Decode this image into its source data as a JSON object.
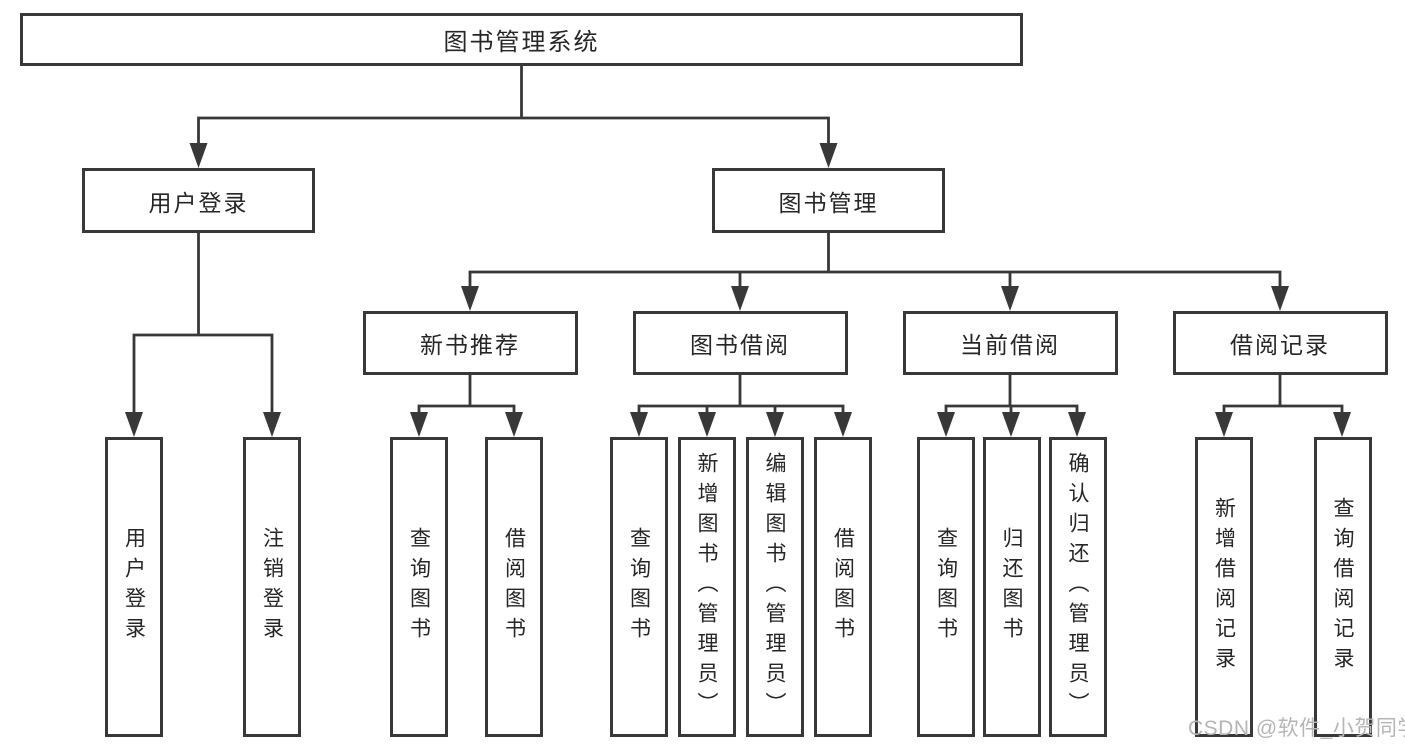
{
  "diagram": {
    "root": {
      "label": "图书管理系统"
    },
    "branches": [
      {
        "label": "用户登录",
        "children": [
          {
            "label": "用户登录"
          },
          {
            "label": "注销登录"
          }
        ]
      },
      {
        "label": "图书管理",
        "children": [
          {
            "label": "新书推荐",
            "children": [
              {
                "label": "查询图书"
              },
              {
                "label": "借阅图书"
              }
            ]
          },
          {
            "label": "图书借阅",
            "children": [
              {
                "label": "查询图书"
              },
              {
                "label": "新增图书（管理员）"
              },
              {
                "label": "编辑图书（管理员）"
              },
              {
                "label": "借阅图书"
              }
            ]
          },
          {
            "label": "当前借阅",
            "children": [
              {
                "label": "查询图书"
              },
              {
                "label": "归还图书"
              },
              {
                "label": "确认归还（管理员）"
              }
            ]
          },
          {
            "label": "借阅记录",
            "children": [
              {
                "label": "新增借阅记录"
              },
              {
                "label": "查询借阅记录"
              }
            ]
          }
        ]
      }
    ]
  },
  "watermark": {
    "text": "CSDN @软件_小贺同学"
  },
  "colors": {
    "line": "#383838",
    "box_border": "#383838",
    "box_bg": "#ffffff",
    "text": "#262626",
    "watermark": "#b5b5b5",
    "background": "#ffffff"
  }
}
